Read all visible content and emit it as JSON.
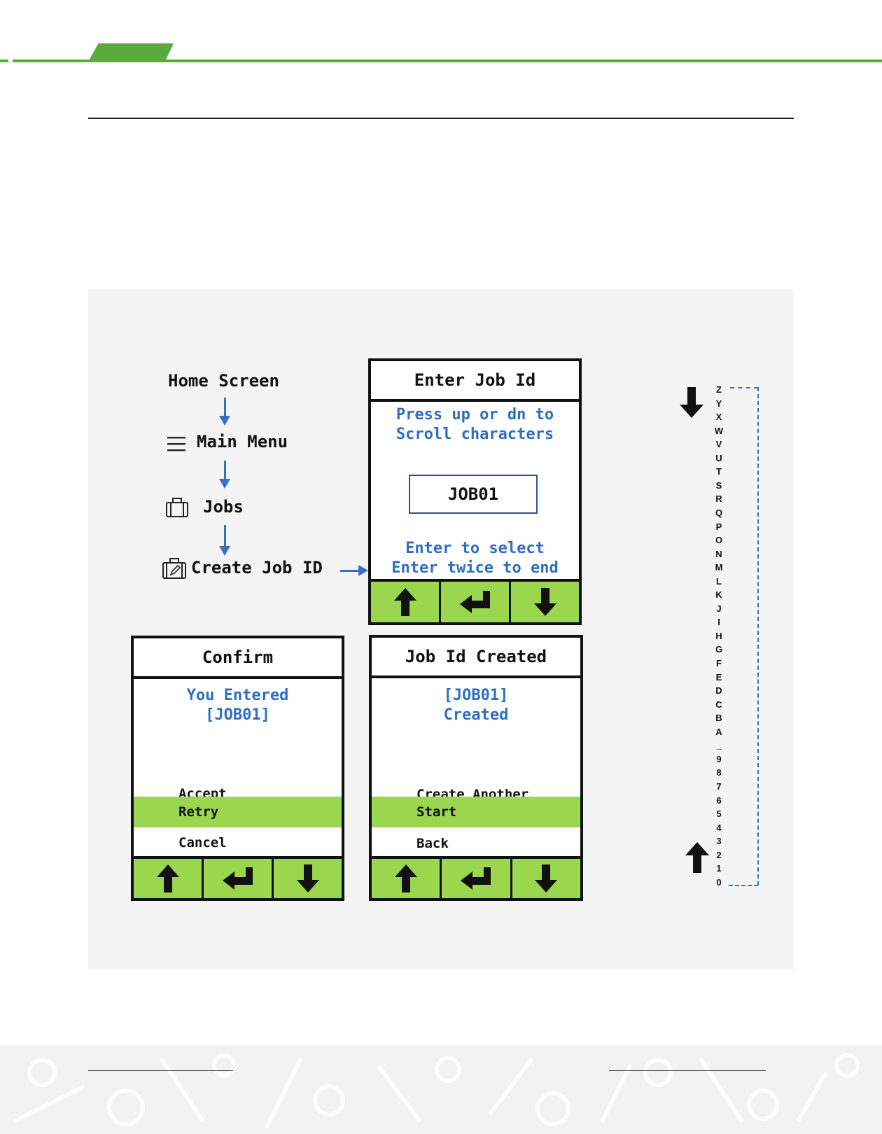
{
  "flow": {
    "home": "Home Screen",
    "main_menu": "Main Menu",
    "jobs": "Jobs",
    "create_job_id": "Create Job ID"
  },
  "enter_screen": {
    "title": "Enter Job Id",
    "instruction_1": "Press up or dn to",
    "instruction_2": "Scroll characters",
    "value": "JOB01",
    "hint_1": "Enter to select",
    "hint_2": "Enter twice to end"
  },
  "confirm_screen": {
    "title": "Confirm",
    "line_1": "You Entered",
    "line_2": "[JOB01]",
    "options": [
      "Accept",
      "Retry",
      "Cancel"
    ],
    "selected_index": 1
  },
  "created_screen": {
    "title": "Job Id Created",
    "line_1": "[JOB01]",
    "line_2": "Created",
    "options": [
      "Create Another",
      "Start",
      "Back"
    ],
    "selected_index": 1
  },
  "char_column": [
    "Z",
    "Y",
    "X",
    "W",
    "V",
    "U",
    "T",
    "S",
    "R",
    "Q",
    "P",
    "O",
    "N",
    "M",
    "L",
    "K",
    "J",
    "I",
    "H",
    "G",
    "F",
    "E",
    "D",
    "C",
    "B",
    "A",
    "_",
    "9",
    "8",
    "7",
    "6",
    "5",
    "4",
    "3",
    "2",
    "1",
    "0"
  ],
  "colors": {
    "brand_green": "#5aaa3c",
    "button_green": "#9ad64e",
    "accent_blue": "#2f6ec1",
    "panel_bg": "#f4f4f4"
  },
  "icons": {
    "menu": "hamburger-icon",
    "jobs": "briefcase-icon",
    "create": "briefcase-edit-icon",
    "up": "arrow-up-icon",
    "enter": "enter-return-icon",
    "down": "arrow-down-icon"
  }
}
